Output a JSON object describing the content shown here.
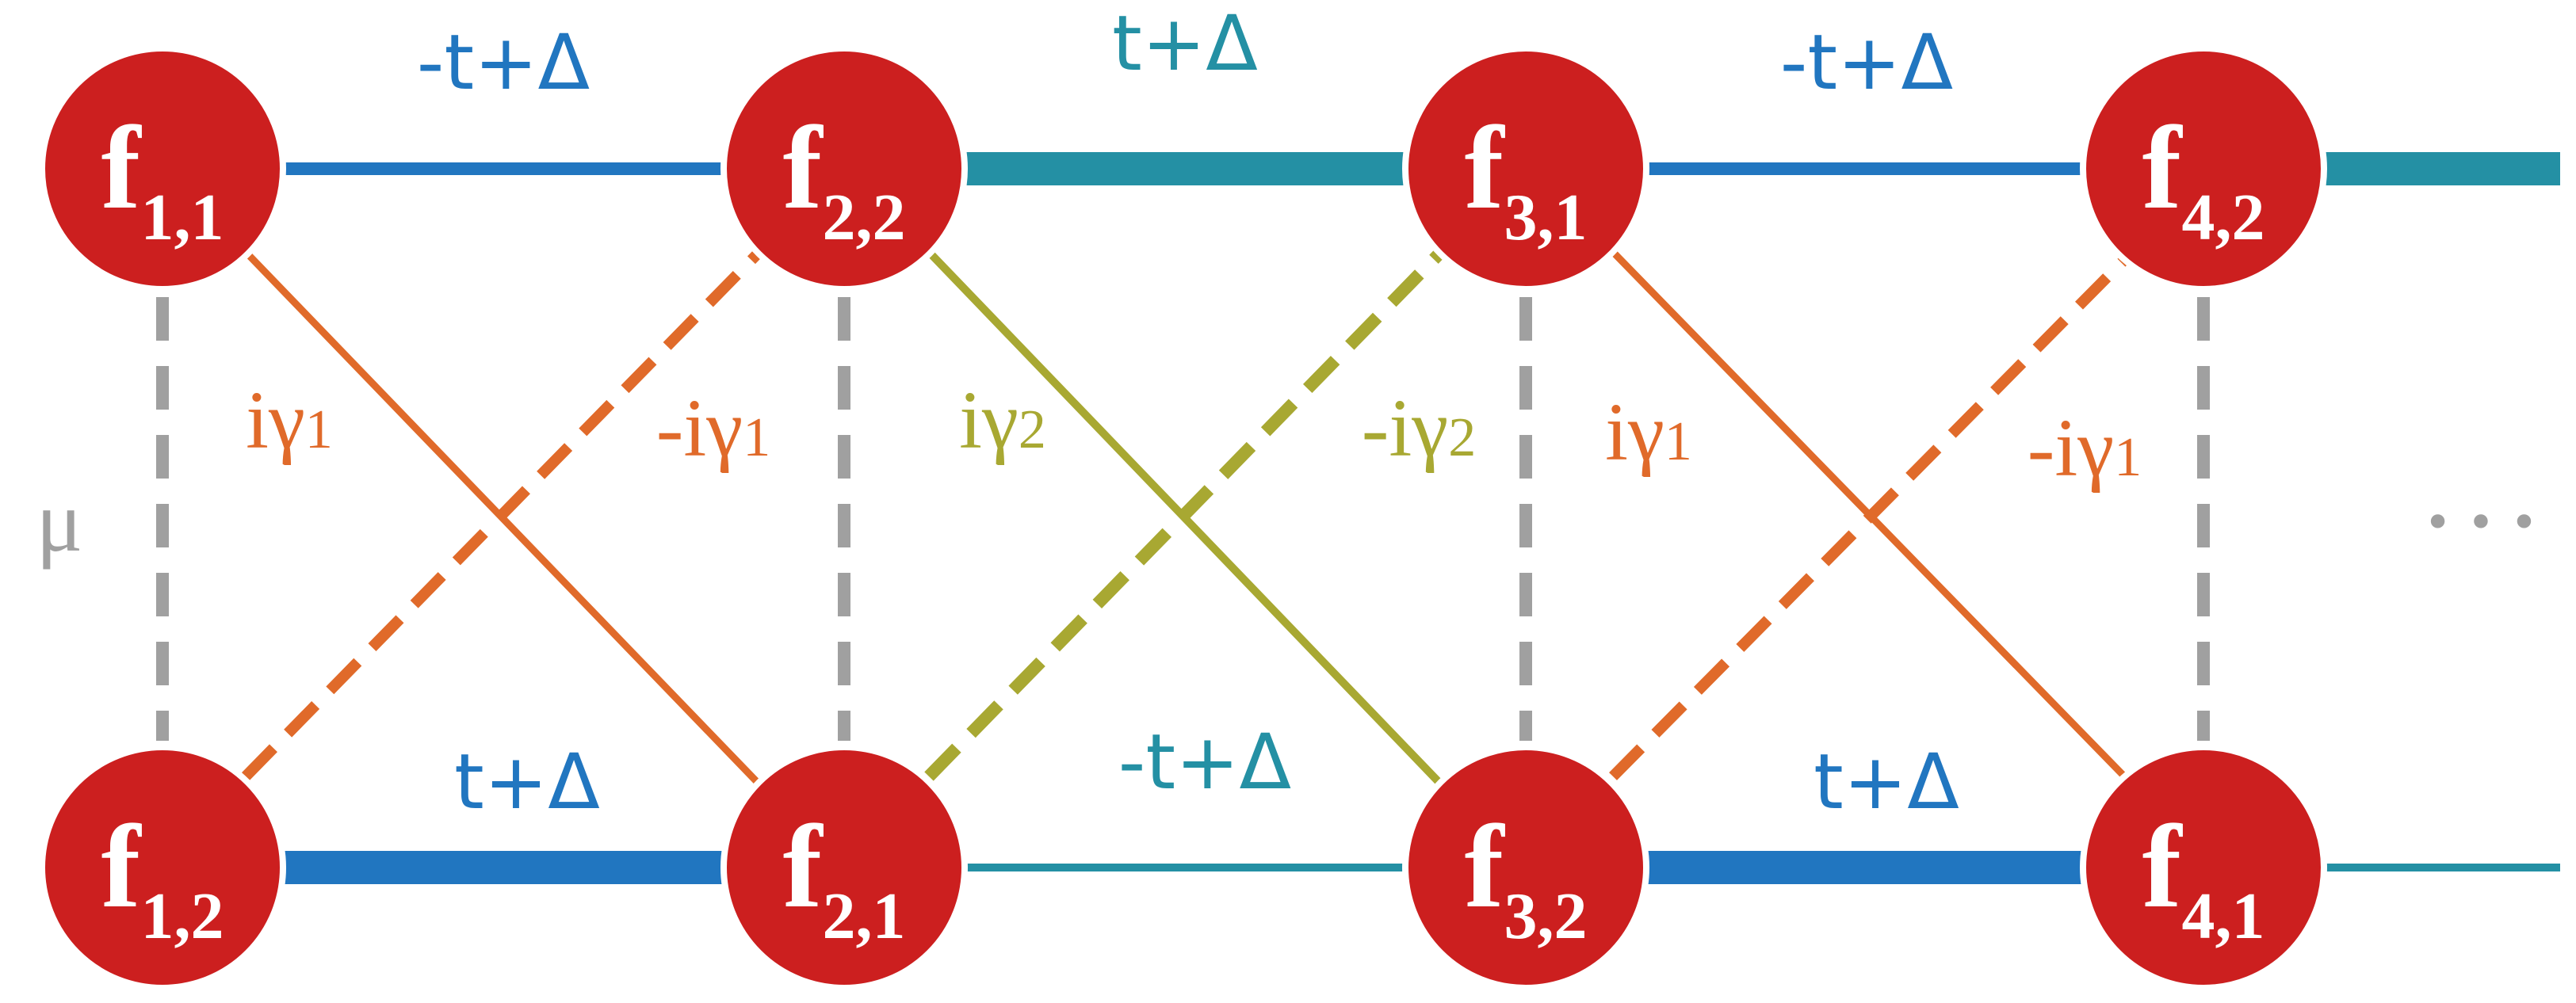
{
  "colors": {
    "node": "#cc1f1f",
    "blue": "#2176c0",
    "teal": "#2490a4",
    "orange": "#e06a2a",
    "olive": "#a8a832",
    "gray": "#a0a0a0",
    "white": "#ffffff"
  },
  "nodes": [
    {
      "id": "f11",
      "main": "f",
      "sub": "1,1"
    },
    {
      "id": "f22",
      "main": "f",
      "sub": "2,2"
    },
    {
      "id": "f31",
      "main": "f",
      "sub": "3,1"
    },
    {
      "id": "f42",
      "main": "f",
      "sub": "4,2"
    },
    {
      "id": "f12",
      "main": "f",
      "sub": "1,2"
    },
    {
      "id": "f21",
      "main": "f",
      "sub": "2,1"
    },
    {
      "id": "f32",
      "main": "f",
      "sub": "3,2"
    },
    {
      "id": "f41",
      "main": "f",
      "sub": "4,1"
    }
  ],
  "hopping_labels": {
    "top_1": "-t+Δ",
    "top_2": "t+Δ",
    "top_3": "-t+Δ",
    "bottom_1": "t+Δ",
    "bottom_2": "-t+Δ",
    "bottom_3": "t+Δ"
  },
  "gamma_labels": {
    "g1": "iγ",
    "g1_sub": "1",
    "g2": "-iγ",
    "g2_sub": "1",
    "g3": "iγ",
    "g3_sub": "2",
    "g4": "-iγ",
    "g4_sub": "2",
    "g5": "iγ",
    "g5_sub": "1",
    "g6": "-iγ",
    "g6_sub": "1"
  },
  "mu_label": "μ",
  "ellipsis": "• • •"
}
